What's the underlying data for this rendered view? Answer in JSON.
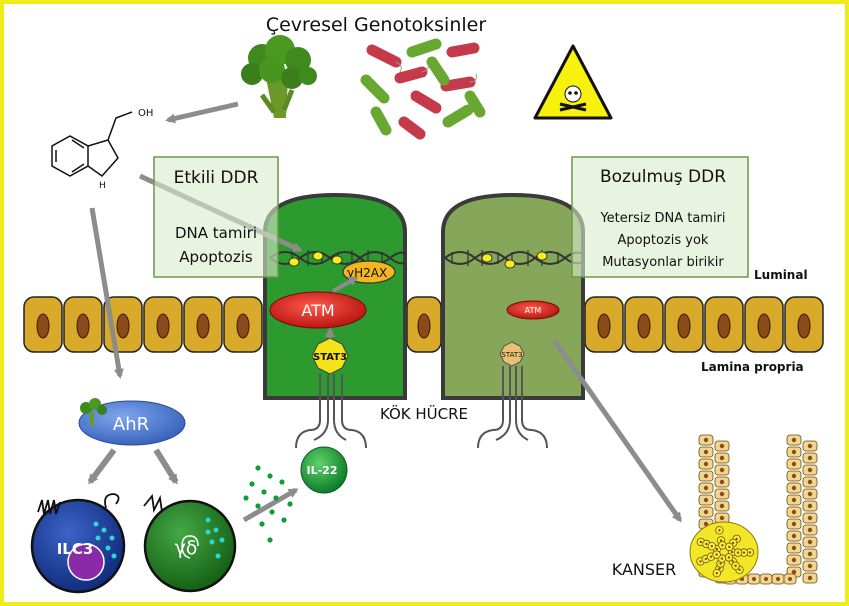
{
  "title": "Çevresel Genotoksinler",
  "molecule": {
    "oh_label": "OH",
    "h_label": "H"
  },
  "effective_ddr": {
    "heading": "Etkili DDR",
    "line1": "DNA tamiri",
    "line2": "Apoptozis"
  },
  "impaired_ddr": {
    "heading": "Bozulmuş DDR",
    "line1": "Yetersiz DNA tamiri",
    "line2": "Apoptozis yok",
    "line3": "Mutasyonlar birikir"
  },
  "labels": {
    "luminal": "Luminal",
    "lamina_propria": "Lamina propria",
    "stem_cell": "KÖK HÜCRE",
    "cancer": "KANSER",
    "ahr": "AhR",
    "ilc3": "ILC3",
    "gamma_delta": "γδ",
    "il22": "IL-22",
    "atm_healthy": "ATM",
    "atm_impaired": "ATM",
    "stat3_healthy": "STAT3",
    "stat3_impaired": "STAT3",
    "gamma": "γ",
    "h2ax": "H2AX"
  },
  "colors": {
    "frame": "#f0ec1c",
    "healthy_cell": "#2c9a2e",
    "impaired_cell": "#86a65a",
    "atm_red": "#d42020",
    "stat3_yellow": "#f4e21a",
    "enterocyte": "#d9a92a",
    "nucleus": "#8b4a1a",
    "ahr_blue": "#4a78cc",
    "ilc3_blue": "#1d3f9a",
    "gd_green": "#1f7a1f",
    "arrow_grey": "#8c8c8c"
  },
  "icons": {
    "broccoli": "broccoli-icon",
    "bacteria": "bacteria-icon",
    "hazard": "toxic-hazard-icon"
  }
}
